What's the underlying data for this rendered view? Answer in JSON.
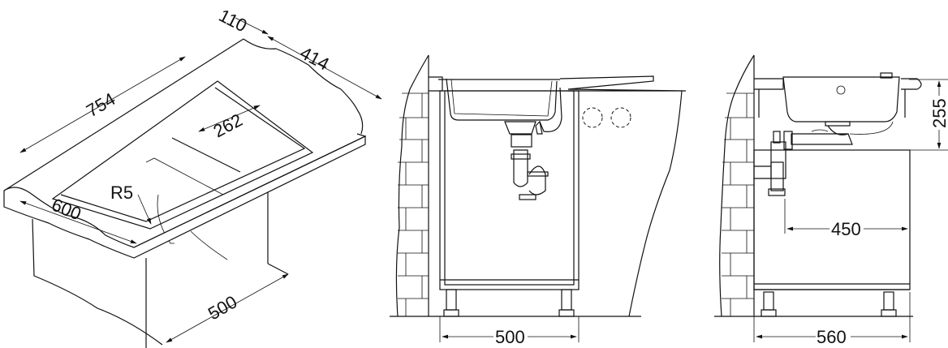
{
  "iso_view": {
    "dim_flange": "110",
    "dim_drainer_depth": "414",
    "dim_overall_length": "754",
    "dim_bowl_offset": "262",
    "dim_radius": "R5",
    "dim_depth": "600",
    "dim_cabinet": "500"
  },
  "front_view": {
    "dim_cabinet_width": "500"
  },
  "side_view": {
    "dim_bowl_height": "255",
    "dim_drain_length": "450",
    "dim_cabinet_depth": "560"
  }
}
